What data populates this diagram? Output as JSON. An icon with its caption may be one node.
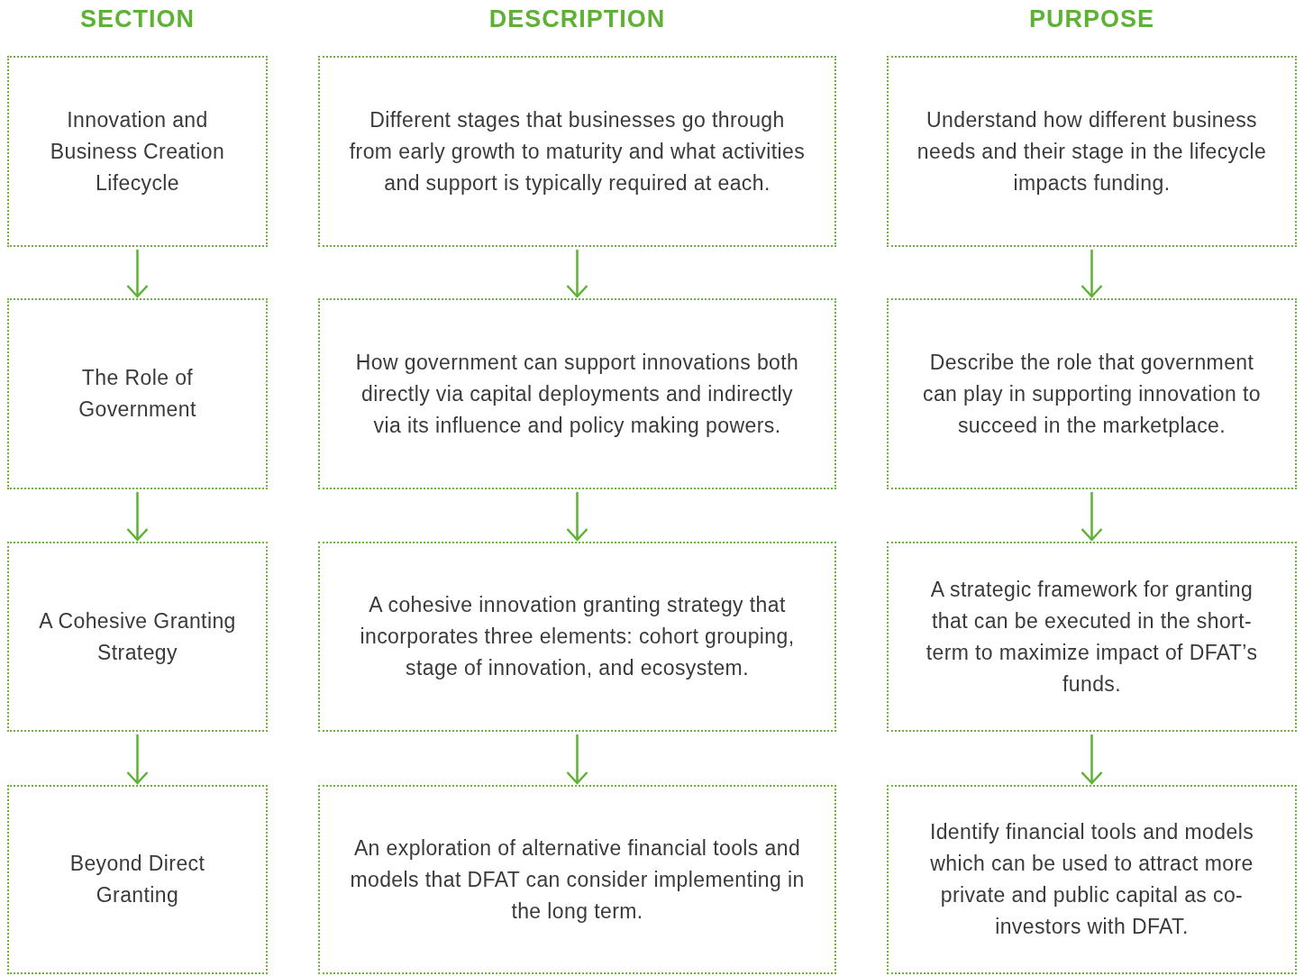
{
  "diagram": {
    "nodes": [
      {
        "text": [
          "Innovation and Business Creation Lifecycle"
        ]
      },
      {
        "text": [
          "The Role of Government"
        ]
      },
      {
        "text": [
          "A Cohesive Granting Strategy"
        ]
      },
      {
        "text": [
          "Beyond Direct Granting"
        ]
      },
      {
        "text": [
          "Different stages that businesses go through from early growth to maturity and what activities and support is typically required at each."
        ]
      },
      {
        "text": [
          "How government can support innovations both directly via capital deployments and indirectly via its influence and policy making powers."
        ]
      },
      {
        "text": [
          "A cohesive innovation granting strategy that incorporates three elements: cohort grouping, stage of innovation, and ecosystem."
        ]
      },
      {
        "text": [
          "An exploration of alternative financial tools and models that DFAT can consider implementing in the long term."
        ]
      },
      {
        "text": [
          "Understand how different business needs and their stage in the lifecycle impacts funding."
        ]
      },
      {
        "text": [
          "Describe the role that government can play in supporting innovation to succeed in the marketplace."
        ]
      },
      {
        "text": [
          "A strategic framework for granting that can be executed in the short-term to maximize impact of DFAT’s funds."
        ]
      },
      {
        "text": [
          "Identify financial tools and models which can be used to attract more private and public capital as co-investors with DFAT."
        ]
      }
    ],
    "edges": [
      {
        "from": 0,
        "to": 1,
        "arrow": "to"
      },
      {
        "from": 1,
        "to": 2,
        "arrow": "to"
      },
      {
        "from": 2,
        "to": 3,
        "arrow": "to"
      },
      {
        "from": 4,
        "to": 5,
        "arrow": "to"
      },
      {
        "from": 5,
        "to": 6,
        "arrow": "to"
      },
      {
        "from": 6,
        "to": 7,
        "arrow": "to"
      },
      {
        "from": 8,
        "to": 9,
        "arrow": "to"
      },
      {
        "from": 9,
        "to": 10,
        "arrow": "to"
      },
      {
        "from": 10,
        "to": 11,
        "arrow": "to"
      }
    ],
    "labels": [
      "SECTION",
      "DESCRIPTION",
      "PURPOSE"
    ]
  }
}
